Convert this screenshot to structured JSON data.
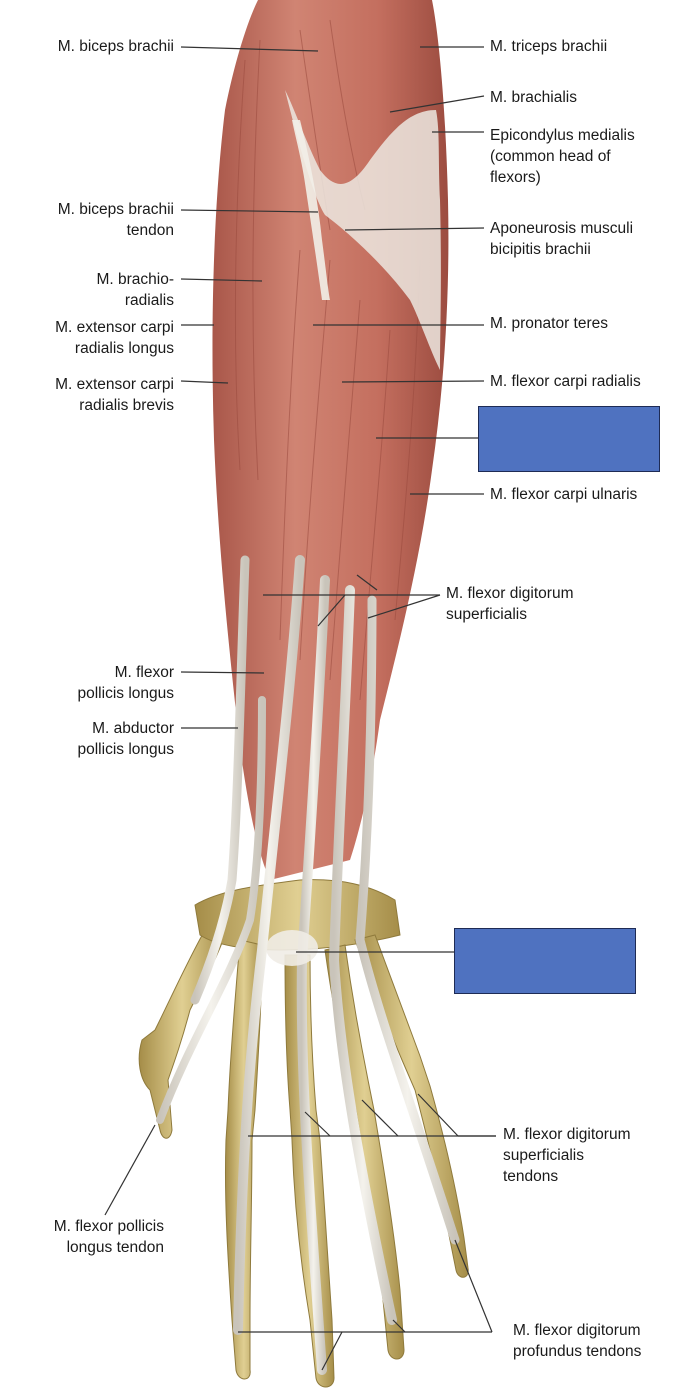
{
  "figure": {
    "labels": {
      "biceps_brachii": "M. biceps brachii",
      "triceps_brachii": "M. triceps brachii",
      "brachialis": "M. brachialis",
      "epicondylus_medialis": "Epicondylus medialis\n(common head of\nflexors)",
      "biceps_brachii_tendon": "M. biceps brachii\ntendon",
      "aponeurosis": "Aponeurosis musculi\nbicipitis brachii",
      "brachioradialis": "M. brachio-\nradialis",
      "ext_carpi_rad_longus": "M. extensor carpi\nradialis longus",
      "pronator_teres": "M. pronator teres",
      "ext_carpi_rad_brevis": "M. extensor carpi\nradialis brevis",
      "flexor_carpi_radialis": "M. flexor carpi radialis",
      "flexor_carpi_ulnaris": "M. flexor carpi ulnaris",
      "flexor_dig_superficialis": "M. flexor digitorum\nsuperficialis",
      "flexor_pollicis_longus": "M. flexor\npollicis longus",
      "abductor_pollicis_longus": "M. abductor\npollicis longus",
      "fds_tendons": "M. flexor digitorum\nsuperficialis\ntendons",
      "fpl_tendon": "M. flexor pollicis\nlongus tendon",
      "fdp_tendons": "M. flexor digitorum\nprofundus tendons"
    },
    "colors": {
      "muscle": "#c77464",
      "muscle_dark": "#9e4e42",
      "muscle_light": "#dc9a8a",
      "tendon": "#e8e4dc",
      "bone": "#d4c07a",
      "bone_dark": "#a8914a",
      "hidden_label_box": "#4f72c0",
      "leader_line": "#333333"
    }
  }
}
